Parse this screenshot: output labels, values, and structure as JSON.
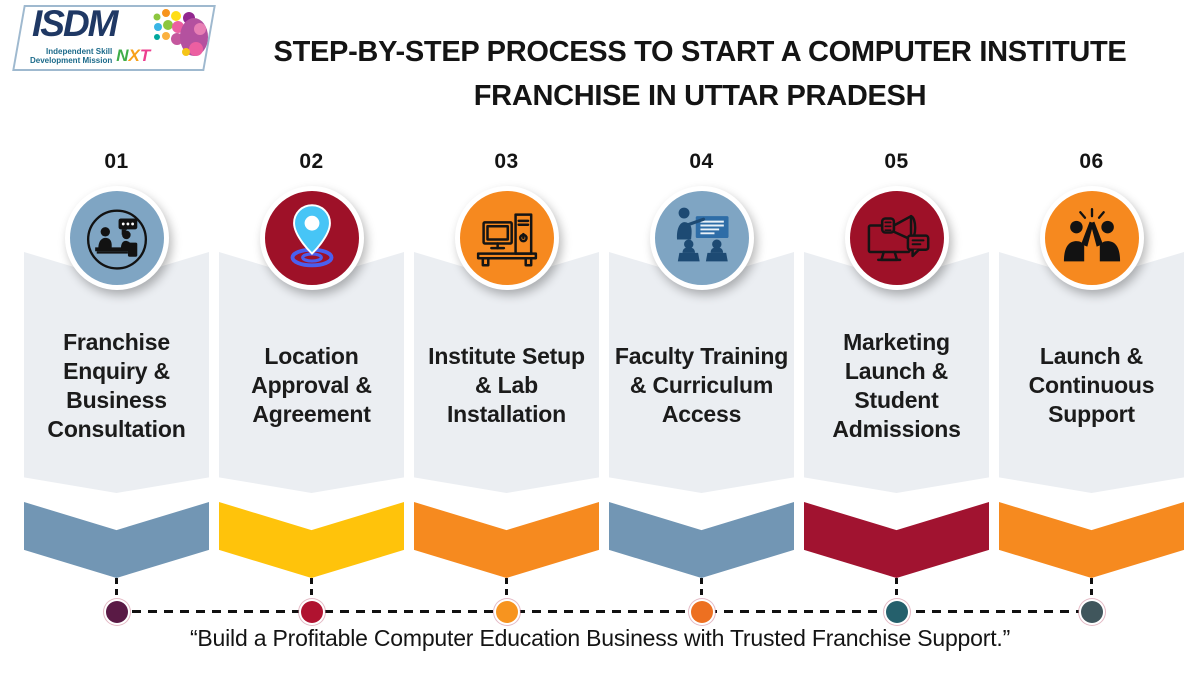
{
  "logo": {
    "brand": "ISDM",
    "tagline_line1": "Independent Skill",
    "tagline_line2": "Development Mission",
    "suffix_n": "N",
    "suffix_x": "X",
    "suffix_t": "T",
    "brand_color": "#1F3864",
    "tagline_color": "#1B6A8A"
  },
  "title": {
    "line1": "STEP-BY-STEP PROCESS TO START A COMPUTER INSTITUTE",
    "line2": "FRANCHISE IN UTTAR PRADESH"
  },
  "steps": [
    {
      "number": "01",
      "label": "Franchise Enquiry & Business Consultation",
      "icon": "consultation-icon",
      "circle_color": "#7FA5C3",
      "chevron_color": "#7296B4",
      "dot_color": "#5A1A45"
    },
    {
      "number": "02",
      "label": "Location Approval & Agreement",
      "icon": "location-pin-icon",
      "circle_color": "#9E1128",
      "chevron_color": "#FFC30B",
      "dot_color": "#B01330"
    },
    {
      "number": "03",
      "label": "Institute Setup & Lab Installation",
      "icon": "computer-icon",
      "circle_color": "#F6891F",
      "chevron_color": "#F68A1F",
      "dot_color": "#F7941F"
    },
    {
      "number": "04",
      "label": "Faculty Training & Curriculum Access",
      "icon": "faculty-training-icon",
      "circle_color": "#7FA5C3",
      "chevron_color": "#7296B4",
      "dot_color": "#ED7021"
    },
    {
      "number": "05",
      "label": "Marketing Launch & Student Admissions",
      "icon": "megaphone-icon",
      "circle_color": "#9E1128",
      "chevron_color": "#A11330",
      "dot_color": "#25606C"
    },
    {
      "number": "06",
      "label": "Launch & Continuous Support",
      "icon": "high-five-icon",
      "circle_color": "#F6891F",
      "chevron_color": "#F68A1F",
      "dot_color": "#40565C"
    }
  ],
  "quote": "“Build a Profitable Computer Education Business with Trusted Franchise Support.”"
}
